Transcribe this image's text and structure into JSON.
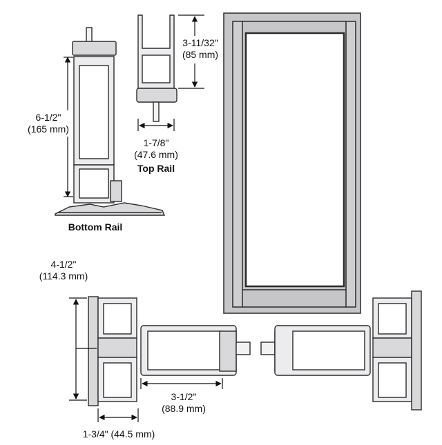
{
  "bottom_rail": {
    "caption": "Bottom Rail",
    "dim_imperial": "6-1/2\"",
    "dim_metric": "(165 mm)"
  },
  "top_rail": {
    "caption": "Top Rail",
    "height_imperial": "3-11/32\"",
    "height_metric": "(85 mm)",
    "width_imperial": "1-7/8\"",
    "width_metric": "(47.6 mm)"
  },
  "stile_section": {
    "depth_imperial": "4-1/2\"",
    "depth_metric": "(114.3 mm)",
    "stile_width_label": "3-1/2\"",
    "stile_width_metric": "(88.9 mm)",
    "face_width_label": "1-3/4\" (44.5 mm)"
  },
  "colors": {
    "line": "#2a2a2a",
    "profile_fill": "#d9d9db",
    "door_fill": "#c6c6c9",
    "glass_fill": "#ffffff"
  }
}
